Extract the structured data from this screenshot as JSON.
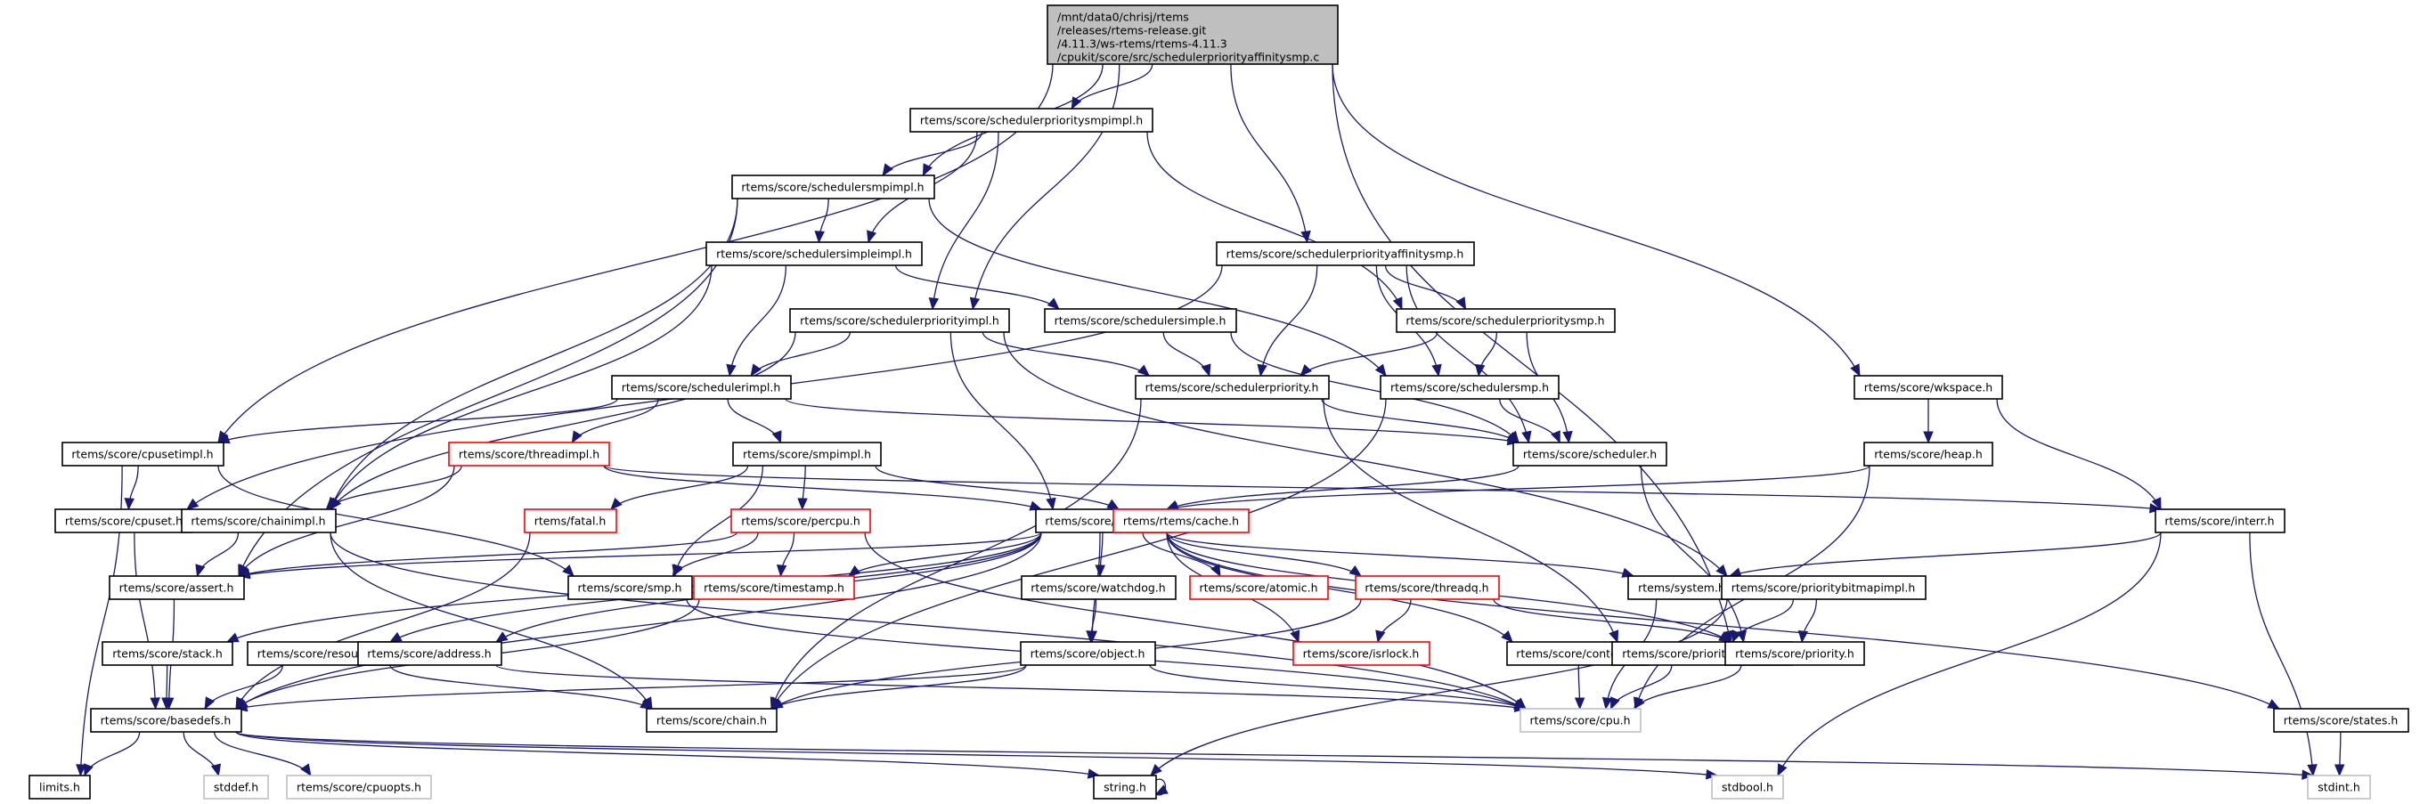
{
  "title": "Include dependency graph for schedulerpriorityaffinitysmp.c",
  "colors": {
    "edge": "#191970",
    "root_fill": "#bfbfbf",
    "normal_border": "#000000",
    "truncated_border": "#ff0000",
    "external_border": "#bfbfbf"
  },
  "root": {
    "lines": [
      "/mnt/data0/chrisj/rtems",
      "/releases/rtems-release.git",
      "/4.11.3/ws-rtems/rtems-4.11.3",
      "/cpukit/score/src/schedulerpriorityaffinitysmp.c"
    ]
  },
  "nodes": [
    {
      "id": "schedulerprioritysmpimpl",
      "label": "rtems/score/schedulerprioritysmpimpl.h",
      "kind": "normal"
    },
    {
      "id": "schedulersmpimpl",
      "label": "rtems/score/schedulersmpimpl.h",
      "kind": "normal"
    },
    {
      "id": "schedulersimpleimpl",
      "label": "rtems/score/schedulersimpleimpl.h",
      "kind": "normal"
    },
    {
      "id": "schedulerpriorityaffinitysmp",
      "label": "rtems/score/schedulerpriorityaffinitysmp.h",
      "kind": "normal"
    },
    {
      "id": "schedulerpriorityimpl",
      "label": "rtems/score/schedulerpriorityimpl.h",
      "kind": "normal"
    },
    {
      "id": "schedulersimple",
      "label": "rtems/score/schedulersimple.h",
      "kind": "normal"
    },
    {
      "id": "schedulerprioritysmp",
      "label": "rtems/score/schedulerprioritysmp.h",
      "kind": "normal"
    },
    {
      "id": "schedulerimpl",
      "label": "rtems/score/schedulerimpl.h",
      "kind": "normal"
    },
    {
      "id": "schedulerpriority",
      "label": "rtems/score/schedulerpriority.h",
      "kind": "normal"
    },
    {
      "id": "schedulersmp",
      "label": "rtems/score/schedulersmp.h",
      "kind": "normal"
    },
    {
      "id": "wkspace",
      "label": "rtems/score/wkspace.h",
      "kind": "normal"
    },
    {
      "id": "cpusetimpl",
      "label": "rtems/score/cpusetimpl.h",
      "kind": "normal"
    },
    {
      "id": "threadimpl",
      "label": "rtems/score/threadimpl.h",
      "kind": "truncated"
    },
    {
      "id": "smpimpl",
      "label": "rtems/score/smpimpl.h",
      "kind": "normal"
    },
    {
      "id": "scheduler",
      "label": "rtems/score/scheduler.h",
      "kind": "normal"
    },
    {
      "id": "heap",
      "label": "rtems/score/heap.h",
      "kind": "normal"
    },
    {
      "id": "cpuset",
      "label": "rtems/score/cpuset.h",
      "kind": "normal"
    },
    {
      "id": "chainimpl",
      "label": "rtems/score/chainimpl.h",
      "kind": "normal"
    },
    {
      "id": "fatal",
      "label": "rtems/fatal.h",
      "kind": "truncated"
    },
    {
      "id": "percpu",
      "label": "rtems/score/percpu.h",
      "kind": "truncated"
    },
    {
      "id": "thread",
      "label": "rtems/score/thread.h",
      "kind": "normal"
    },
    {
      "id": "cache",
      "label": "rtems/rtems/cache.h",
      "kind": "truncated"
    },
    {
      "id": "interr",
      "label": "rtems/score/interr.h",
      "kind": "normal"
    },
    {
      "id": "assert",
      "label": "rtems/score/assert.h",
      "kind": "normal"
    },
    {
      "id": "smp",
      "label": "rtems/score/smp.h",
      "kind": "normal"
    },
    {
      "id": "timestamp",
      "label": "rtems/score/timestamp.h",
      "kind": "truncated"
    },
    {
      "id": "watchdog",
      "label": "rtems/score/watchdog.h",
      "kind": "normal"
    },
    {
      "id": "atomic",
      "label": "rtems/score/atomic.h",
      "kind": "truncated"
    },
    {
      "id": "threadq",
      "label": "rtems/score/threadq.h",
      "kind": "truncated"
    },
    {
      "id": "system",
      "label": "rtems/system.h",
      "kind": "normal"
    },
    {
      "id": "prioritybitmapimpl",
      "label": "rtems/score/prioritybitmapimpl.h",
      "kind": "normal"
    },
    {
      "id": "stack",
      "label": "rtems/score/stack.h",
      "kind": "normal"
    },
    {
      "id": "resource",
      "label": "rtems/score/resource.h",
      "kind": "normal"
    },
    {
      "id": "address",
      "label": "rtems/score/address.h",
      "kind": "normal"
    },
    {
      "id": "object",
      "label": "rtems/score/object.h",
      "kind": "normal"
    },
    {
      "id": "isrlock",
      "label": "rtems/score/isrlock.h",
      "kind": "truncated"
    },
    {
      "id": "context",
      "label": "rtems/score/context.h",
      "kind": "normal"
    },
    {
      "id": "prioritybitmap",
      "label": "rtems/score/prioritybitmap.h",
      "kind": "normal"
    },
    {
      "id": "priority",
      "label": "rtems/score/priority.h",
      "kind": "normal"
    },
    {
      "id": "basedefs",
      "label": "rtems/score/basedefs.h",
      "kind": "normal"
    },
    {
      "id": "chain",
      "label": "rtems/score/chain.h",
      "kind": "normal"
    },
    {
      "id": "cpu",
      "label": "rtems/score/cpu.h",
      "kind": "external"
    },
    {
      "id": "states",
      "label": "rtems/score/states.h",
      "kind": "normal"
    },
    {
      "id": "limits",
      "label": "limits.h",
      "kind": "normal"
    },
    {
      "id": "stddef",
      "label": "stddef.h",
      "kind": "external"
    },
    {
      "id": "cpuopts",
      "label": "rtems/score/cpuopts.h",
      "kind": "external"
    },
    {
      "id": "string",
      "label": "string.h",
      "kind": "normal"
    },
    {
      "id": "stdbool",
      "label": "stdbool.h",
      "kind": "external"
    },
    {
      "id": "stdint",
      "label": "stdint.h",
      "kind": "external"
    }
  ],
  "edges": [
    [
      "root",
      "schedulerprioritysmpimpl"
    ],
    [
      "root",
      "schedulersmpimpl"
    ],
    [
      "root",
      "cpusetimpl"
    ],
    [
      "root",
      "schedulerpriorityimpl"
    ],
    [
      "root",
      "schedulerpriorityaffinitysmp"
    ],
    [
      "root",
      "wkspace"
    ],
    [
      "root",
      "priority"
    ],
    [
      "schedulerprioritysmpimpl",
      "schedulersmpimpl"
    ],
    [
      "schedulerprioritysmpimpl",
      "schedulersimpleimpl"
    ],
    [
      "schedulerprioritysmpimpl",
      "schedulerpriorityimpl"
    ],
    [
      "schedulerprioritysmpimpl",
      "schedulerprioritysmp"
    ],
    [
      "schedulersmpimpl",
      "schedulersimpleimpl"
    ],
    [
      "schedulersmpimpl",
      "chainimpl"
    ],
    [
      "schedulersmpimpl",
      "assert"
    ],
    [
      "schedulersmpimpl",
      "schedulersmp"
    ],
    [
      "schedulersimpleimpl",
      "schedulersimple"
    ],
    [
      "schedulersimpleimpl",
      "schedulerimpl"
    ],
    [
      "schedulersimpleimpl",
      "chainimpl"
    ],
    [
      "schedulerpriorityaffinitysmp",
      "schedulerprioritysmp"
    ],
    [
      "schedulerpriorityaffinitysmp",
      "schedulerpriority"
    ],
    [
      "schedulerpriorityaffinitysmp",
      "schedulersmp"
    ],
    [
      "schedulerpriorityaffinitysmp",
      "scheduler"
    ],
    [
      "schedulerpriorityaffinitysmp",
      "cpuset"
    ],
    [
      "schedulerpriorityimpl",
      "schedulerimpl"
    ],
    [
      "schedulerpriorityimpl",
      "schedulerpriority"
    ],
    [
      "schedulerpriorityimpl",
      "chainimpl"
    ],
    [
      "schedulerpriorityimpl",
      "thread"
    ],
    [
      "schedulerpriorityimpl",
      "prioritybitmapimpl"
    ],
    [
      "schedulersimple",
      "schedulerpriority"
    ],
    [
      "schedulersimple",
      "scheduler"
    ],
    [
      "schedulerprioritysmp",
      "schedulerpriority"
    ],
    [
      "schedulerprioritysmp",
      "schedulersmp"
    ],
    [
      "schedulerprioritysmp",
      "scheduler"
    ],
    [
      "schedulerimpl",
      "cpusetimpl"
    ],
    [
      "schedulerimpl",
      "threadimpl"
    ],
    [
      "schedulerimpl",
      "smpimpl"
    ],
    [
      "schedulerimpl",
      "scheduler"
    ],
    [
      "schedulerpriority",
      "scheduler"
    ],
    [
      "schedulerpriority",
      "prioritybitmap"
    ],
    [
      "schedulerpriority",
      "chain"
    ],
    [
      "schedulersmp",
      "scheduler"
    ],
    [
      "schedulersmp",
      "chain"
    ],
    [
      "wkspace",
      "heap"
    ],
    [
      "wkspace",
      "interr"
    ],
    [
      "cpusetimpl",
      "cpuset"
    ],
    [
      "cpusetimpl",
      "limits"
    ],
    [
      "cpusetimpl",
      "smp"
    ],
    [
      "threadimpl",
      "chainimpl"
    ],
    [
      "threadimpl",
      "assert"
    ],
    [
      "threadimpl",
      "thread"
    ],
    [
      "threadimpl",
      "interr"
    ],
    [
      "smpimpl",
      "fatal"
    ],
    [
      "smpimpl",
      "percpu"
    ],
    [
      "smpimpl",
      "smp"
    ],
    [
      "smpimpl",
      "cache"
    ],
    [
      "scheduler",
      "thread"
    ],
    [
      "scheduler",
      "priority"
    ],
    [
      "heap",
      "thread"
    ],
    [
      "heap",
      "cpu"
    ],
    [
      "cpuset",
      "basedefs"
    ],
    [
      "chainimpl",
      "assert"
    ],
    [
      "chainimpl",
      "chain"
    ],
    [
      "chainimpl",
      "cpu"
    ],
    [
      "fatal",
      "basedefs"
    ],
    [
      "percpu",
      "assert"
    ],
    [
      "percpu",
      "smp"
    ],
    [
      "percpu",
      "timestamp"
    ],
    [
      "percpu",
      "cpu"
    ],
    [
      "thread",
      "assert"
    ],
    [
      "thread",
      "timestamp"
    ],
    [
      "thread",
      "watchdog"
    ],
    [
      "thread",
      "atomic"
    ],
    [
      "thread",
      "threadq"
    ],
    [
      "thread",
      "isrlock"
    ],
    [
      "thread",
      "object"
    ],
    [
      "thread",
      "context"
    ],
    [
      "thread",
      "system"
    ],
    [
      "thread",
      "priority"
    ],
    [
      "thread",
      "states"
    ],
    [
      "thread",
      "stack"
    ],
    [
      "thread",
      "resource"
    ],
    [
      "thread",
      "address"
    ],
    [
      "thread",
      "basedefs"
    ],
    [
      "interr",
      "system"
    ],
    [
      "interr",
      "stdbool"
    ],
    [
      "interr",
      "stdint"
    ],
    [
      "assert",
      "basedefs"
    ],
    [
      "smp",
      "cpu"
    ],
    [
      "timestamp",
      "basedefs"
    ],
    [
      "watchdog",
      "object"
    ],
    [
      "threadq",
      "isrlock"
    ],
    [
      "threadq",
      "priority"
    ],
    [
      "threadq",
      "chain"
    ],
    [
      "system",
      "cpu"
    ],
    [
      "prioritybitmapimpl",
      "prioritybitmap"
    ],
    [
      "prioritybitmapimpl",
      "priority"
    ],
    [
      "prioritybitmapimpl",
      "string"
    ],
    [
      "stack",
      "basedefs"
    ],
    [
      "resource",
      "basedefs"
    ],
    [
      "resource",
      "chain"
    ],
    [
      "address",
      "cpu"
    ],
    [
      "object",
      "basedefs"
    ],
    [
      "object",
      "chain"
    ],
    [
      "object",
      "cpu"
    ],
    [
      "context",
      "cpu"
    ],
    [
      "prioritybitmap",
      "cpu"
    ],
    [
      "priority",
      "cpu"
    ],
    [
      "basedefs",
      "limits"
    ],
    [
      "basedefs",
      "stddef"
    ],
    [
      "basedefs",
      "cpuopts"
    ],
    [
      "basedefs",
      "string"
    ],
    [
      "basedefs",
      "stdbool"
    ],
    [
      "basedefs",
      "stdint"
    ],
    [
      "states",
      "stdint"
    ],
    [
      "string",
      "string"
    ]
  ]
}
